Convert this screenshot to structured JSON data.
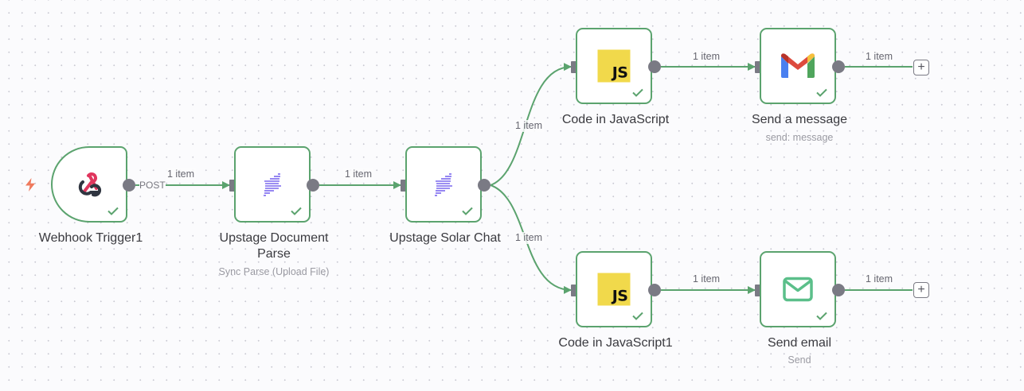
{
  "canvas": {
    "colors": {
      "connection": "#5ba36e",
      "node_border_success": "#5ba36e",
      "handle": "#7a7a84",
      "trigger_bolt": "#ef7a5d",
      "upstage_purple": "#7b68ee",
      "js_yellow": "#f1d94b",
      "email_green": "#5bbf8a"
    }
  },
  "nodes": {
    "webhook": {
      "label": "Webhook Trigger1",
      "subtitle": "",
      "icon": "webhook-icon",
      "status": "success",
      "output_label": "POST",
      "is_trigger": true
    },
    "doc_parse": {
      "label_line1": "Upstage Document",
      "label_line2": "Parse",
      "subtitle": "Sync Parse (Upload File)",
      "icon": "upstage-icon",
      "status": "success"
    },
    "solar_chat": {
      "label": "Upstage Solar Chat",
      "subtitle": "",
      "icon": "upstage-icon",
      "status": "success"
    },
    "code_js": {
      "label": "Code in JavaScript",
      "subtitle": "",
      "icon": "javascript-icon",
      "icon_text": "JS",
      "status": "success"
    },
    "send_message": {
      "label": "Send a message",
      "subtitle": "send: message",
      "icon": "gmail-icon",
      "status": "success"
    },
    "code_js1": {
      "label": "Code in JavaScript1",
      "subtitle": "",
      "icon": "javascript-icon",
      "icon_text": "JS",
      "status": "success"
    },
    "send_email": {
      "label": "Send email",
      "subtitle": "Send",
      "icon": "email-icon",
      "status": "success"
    }
  },
  "connections": [
    {
      "from": "Webhook Trigger1",
      "to": "Upstage Document Parse",
      "label": "1 item"
    },
    {
      "from": "Upstage Document Parse",
      "to": "Upstage Solar Chat",
      "label": "1 item"
    },
    {
      "from": "Upstage Solar Chat",
      "to": "Code in JavaScript",
      "label": "1 item"
    },
    {
      "from": "Upstage Solar Chat",
      "to": "Code in JavaScript1",
      "label": "1 item"
    },
    {
      "from": "Code in JavaScript",
      "to": "Send a message",
      "label": "1 item"
    },
    {
      "from": "Code in JavaScript1",
      "to": "Send email",
      "label": "1 item"
    },
    {
      "from": "Send a message",
      "to": "",
      "label": "1 item"
    },
    {
      "from": "Send email",
      "to": "",
      "label": "1 item"
    }
  ],
  "add_buttons": {
    "symbol": "+"
  }
}
